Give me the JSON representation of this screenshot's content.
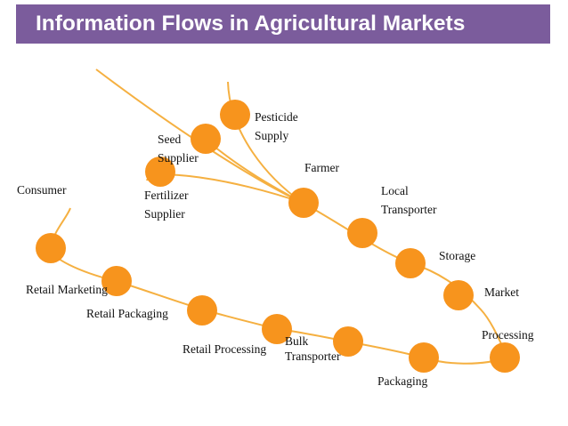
{
  "title": "Information Flows in Agricultural Markets",
  "colors": {
    "title_bar": "#7b5c9c",
    "title_text": "#ffffff",
    "node_fill": "#f7941d",
    "line": "#f5b041"
  },
  "labels": {
    "pesticide": "Pesticide Supply",
    "seed": "Seed Supplier",
    "fertilizer": "Fertilizer Supplier",
    "farmer": "Farmer",
    "local_transporter": "Local Transporter",
    "storage": "Storage",
    "market": "Market",
    "processing": "Processing",
    "packaging": "Packaging",
    "bulk_transporter": "Bulk Transporter",
    "retail_processing": "Retail Processing",
    "retail_packaging": "Retail Packaging",
    "retail_marketing": "Retail Marketing",
    "consumer": "Consumer"
  }
}
